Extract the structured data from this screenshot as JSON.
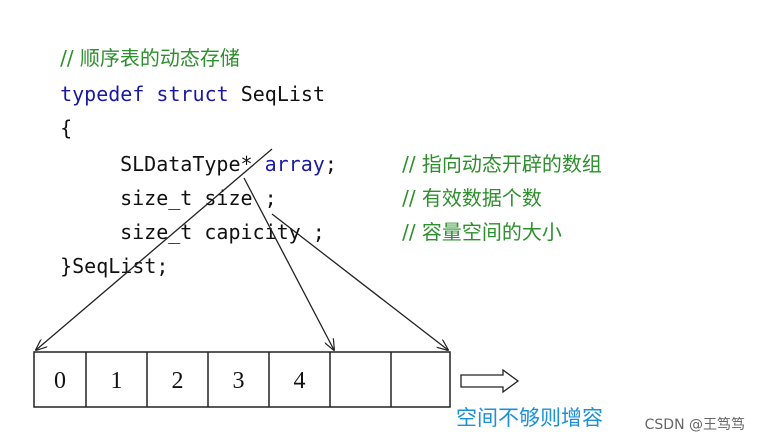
{
  "code": {
    "comment_title": "// 顺序表的动态存储",
    "struct_kw": "typedef struct",
    "struct_name": " SeqList",
    "open_brace": "{",
    "field1_type": "SLDataType* ",
    "field1_name": "array",
    "field1_semicolon": ";",
    "field1_comment": "// 指向动态开辟的数组",
    "field2_decl": "size_t size ;",
    "field2_comment": "// 有效数据个数",
    "field3_decl": "size_t capicity ;",
    "field3_comment": "// 容量空间的大小",
    "close": "}SeqList;"
  },
  "array": {
    "cells": [
      "0",
      "1",
      "2",
      "3",
      "4",
      "",
      "",
      ""
    ]
  },
  "caption": "空间不够则增容",
  "watermark": "CSDN @王笃笃"
}
